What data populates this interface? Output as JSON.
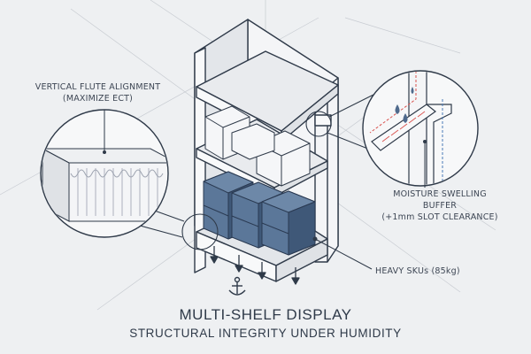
{
  "title": "MULTI-SHELF DISPLAY",
  "subtitle": "STRUCTURAL INTEGRITY UNDER HUMIDITY",
  "callouts": {
    "flute": {
      "line1": "VERTICAL FLUTE ALIGNMENT",
      "line2": "(MAXIMIZE ECT)"
    },
    "moisture": {
      "line1": "MOISTURE SWELLING",
      "line2": "BUFFER",
      "line3": "(+1mm SLOT CLEARANCE)"
    },
    "heavy": {
      "line1": "HEAVY SKUs (85kg)"
    }
  },
  "icons": [
    "water-drop-icon",
    "anchor-icon",
    "down-arrow-icon"
  ],
  "colors": {
    "background": "#eef0f2",
    "line": "#2f3a49",
    "box_fill": "#4f6a8c",
    "moisture_dash": "#d9534f",
    "flute_accent": "#c9c9d6"
  }
}
